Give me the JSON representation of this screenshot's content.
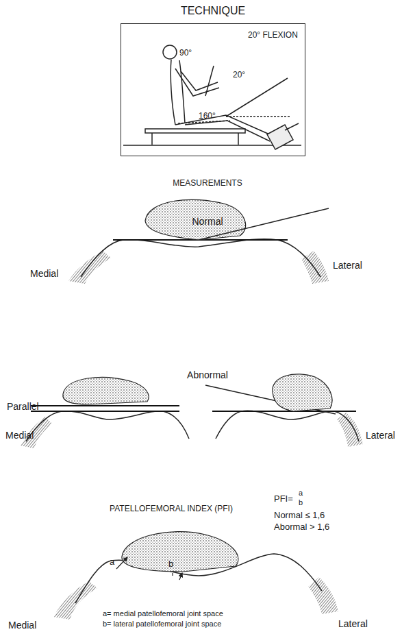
{
  "diagram": {
    "nodes": [
      {
        "text": [
          "TECHNIQUE",
          "20° FLEXION",
          "90°",
          "20°",
          "160°"
        ]
      }
    ],
    "labels": [
      "MEASUREMENTS",
      "Normal",
      "Medial",
      "Lateral",
      "Abnormal",
      "Parallel",
      "Medial",
      "Lateral",
      "PATELLOFEMORAL INDEX (PFI)",
      "PFI=",
      "a",
      "b",
      "Normal ≤ 1,6",
      "Abormal > 1,6",
      "a",
      "b",
      "a= medial patellofemoral joint space",
      "b= lateral patellofemoral joint space",
      "Medial",
      "Lateral"
    ]
  }
}
